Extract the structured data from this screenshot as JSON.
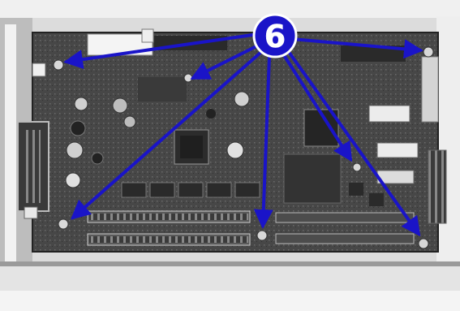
{
  "photo": {
    "subject": "printer-main-logic-board-with-mounting-screws",
    "callout": {
      "number_label": "6",
      "color": "#1a14c8",
      "label_text_color": "#ffffff",
      "outline_color": "#ffffff"
    },
    "arrows": {
      "count": 7,
      "color": "#1a14c8",
      "points_to": "mounting-screws"
    },
    "colors": {
      "board": "#4a4a4a",
      "board_dark": "#2d2d2d",
      "chassis": "#e6e6e6",
      "chassis_shadow": "#9a9a9a",
      "ram_slot": "#5a5a5a",
      "screw": "#d8d8d8"
    }
  }
}
